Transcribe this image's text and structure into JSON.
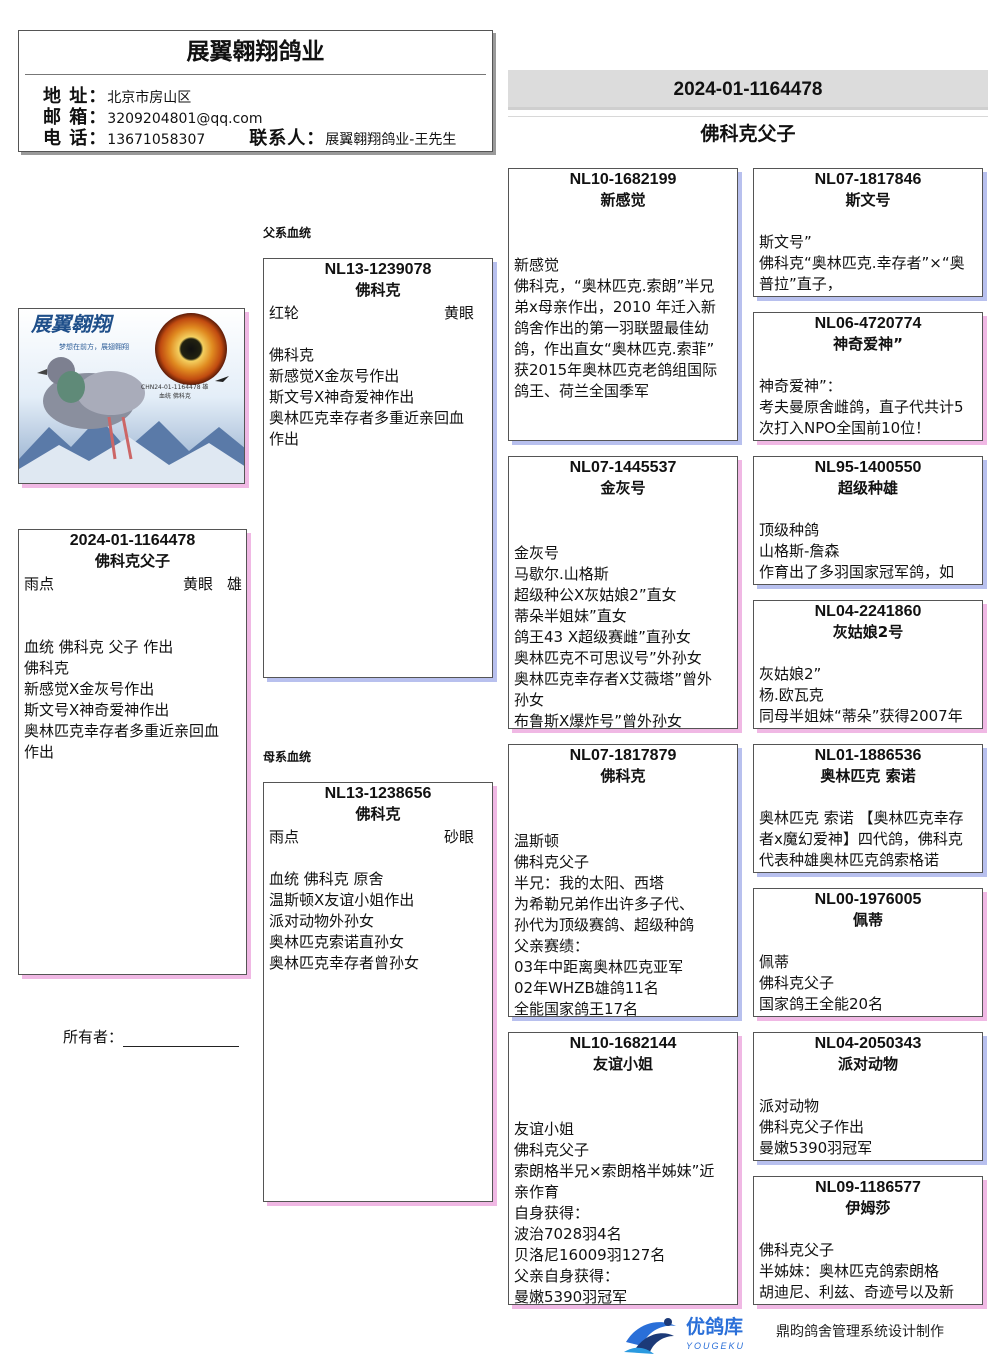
{
  "header": {
    "company": "展翼翱翔鸽业",
    "address_label": "地 址：",
    "address": "北京市房山区",
    "email_label": "邮 箱：",
    "email": "3209204801@qq.com",
    "phone_label": "电 话：",
    "phone": "13671058307",
    "contact_label": "联系人：",
    "contact": "展翼翱翔鸽业-王先生"
  },
  "title": {
    "ring": "2024-01-1164478",
    "name": "佛科克父子"
  },
  "photo": {
    "logo_text": "展翼翱翔",
    "slogan": "梦想在前方，展翅翱翔",
    "caption": "CHN24-01-1164478 雄",
    "caption2": "血统 佛科克"
  },
  "subject": {
    "ring": "2024-01-1164478",
    "name": "佛科克父子",
    "color": "雨点",
    "eye": "黄眼",
    "sex": "雄",
    "desc": "血统 佛科克 父子 作出\n佛科克\n新感觉X金灰号作出\n斯文号X神奇爱神作出\n奥林匹克幸存者多重近亲回血\n作出"
  },
  "owner_label": "所有者：",
  "sire_label": "父系血统",
  "dam_label": "母系血统",
  "sire": {
    "ring": "NL13-1239078",
    "name": "佛科克",
    "color": "红轮",
    "eye": "黄眼",
    "desc": "佛科克\n新感觉X金灰号作出\n斯文号X神奇爱神作出\n奥林匹克幸存者多重近亲回血\n作出"
  },
  "dam": {
    "ring": "NL13-1238656",
    "name": "佛科克",
    "color": "雨点",
    "eye": "砂眼",
    "desc": "血统 佛科克 原舍\n温斯顿X友谊小姐作出\n派对动物外孙女\n奥林匹克索诺直孙女\n奥林匹克幸存者曾孙女"
  },
  "gen2": [
    {
      "ring": "NL10-1682199",
      "name": "新感觉",
      "desc": "新感觉\n佛科克，“奥林匹克.索朗”半兄\n弟x母亲作出，2010 年迁入新\n鸽舍作出的第一羽联盟最佳幼\n鸽，作出直女“奥林匹克.索菲”\n获2015年奥林匹克老鸽组国际\n鸽王、荷兰全国季军"
    },
    {
      "ring": "NL07-1445537",
      "name": "金灰号",
      "desc": "金灰号\n马歇尔.山格斯\n超级种公X灰姑娘2”直女\n蒂朵半姐妹”直女\n鸽王43 X超级赛雌”直孙女\n奥林匹克不可思议号”外孙女\n奥林匹克幸存者X艾薇塔”曾外\n孙女\n布鲁斯X爆炸号”曾外孙女"
    },
    {
      "ring": "NL07-1817879",
      "name": "佛科克",
      "desc": "温斯顿\n佛科克父子\n半兄：我的太阳、西塔\n为希勒兄弟作出许多子代、\n孙代为顶级赛鸽、超级种鸽\n父亲赛绩：\n03年中距离奥林匹克亚军\n02年WHZB雄鸽11名\n全能国家鸽王17名"
    },
    {
      "ring": "NL10-1682144",
      "name": "友谊小姐",
      "desc": "友谊小姐\n佛科克父子\n索朗格半兄×索朗格半姊妹”近\n亲作育\n自身获得：\n波治7028羽4名\n贝洛尼16009羽127名\n父亲自身获得：\n曼嫩5390羽冠军"
    }
  ],
  "gen3": [
    {
      "ring": "NL07-1817846",
      "name": "斯文号",
      "desc": "斯文号”\n佛科克“奥林匹克.幸存者”×“奥\n普拉”直子，"
    },
    {
      "ring": "NL06-4720774",
      "name": "神奇爱神”",
      "desc": "神奇爱神”：\n考夫曼原舍雌鸽，直子代共计5\n次打入NPO全国前10位！"
    },
    {
      "ring": "NL95-1400550",
      "name": "超级种雄",
      "desc": "顶级种鸽\n山格斯-詹森\n作育出了多羽国家冠军鸽，如"
    },
    {
      "ring": "NL04-2241860",
      "name": "灰姑娘2号",
      "desc": "灰姑娘2”\n杨.欧瓦克\n同母半姐妹“蒂朵”获得2007年"
    },
    {
      "ring": "NL01-1886536",
      "name": "奥林匹克 索诺",
      "desc": "奥林匹克 索诺 【奥林匹克幸存\n者x魔幻爱神】四代鸽，佛科克\n代表种雄奥林匹克鸽索格诺"
    },
    {
      "ring": "NL00-1976005",
      "name": "佩蒂",
      "desc": "佩蒂\n佛科克父子\n国家鸽王全能20名"
    },
    {
      "ring": "NL04-2050343",
      "name": "派对动物",
      "desc": "派对动物\n佛科克父子作出\n曼嫩5390羽冠军"
    },
    {
      "ring": "NL09-1186577",
      "name": "伊姆莎",
      "desc": "佛科克父子\n半姊妹：奥林匹克鸽索朗格\n胡迪尼、利兹、奇迹号以及新"
    }
  ],
  "footer": {
    "brand": "优鸽库",
    "brand_en": "YOUGEKU",
    "credit": "鼎昀鸽舍管理系统设计制作"
  },
  "colors": {
    "shadow_blue": "#b8c0ee",
    "shadow_pink": "#f0b8e4",
    "title_bar": "#dcdcdc",
    "logo_blue": "#2a6fd8",
    "logo_navy": "#1c3a78"
  }
}
